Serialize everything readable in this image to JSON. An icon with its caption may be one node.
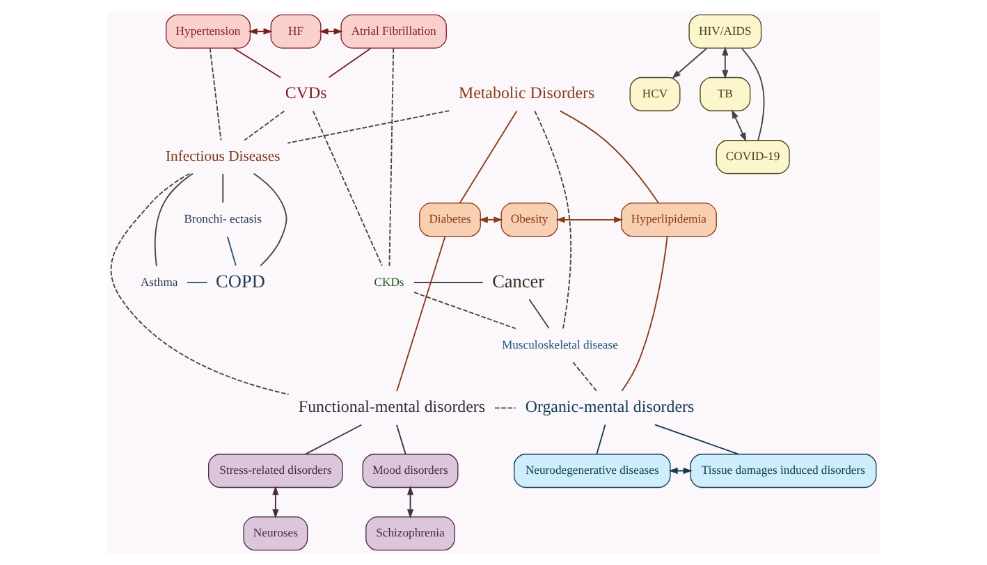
{
  "diagram": {
    "nodes": [
      {
        "text": [
          "Hypertension"
        ]
      },
      {
        "text": [
          "HF"
        ]
      },
      {
        "text": [
          "Atrial Fibrillation"
        ]
      },
      {
        "text": [
          "CVDs"
        ]
      },
      {
        "text": [
          "HCV"
        ]
      },
      {
        "text": [
          "HIV/AIDS"
        ]
      },
      {
        "text": [
          "TB"
        ]
      },
      {
        "text": [
          "COVID-19"
        ]
      },
      {
        "text": [
          "Infectious Diseases"
        ]
      },
      {
        "text": [
          "Asthma"
        ]
      },
      {
        "text": [
          "Bronchi- ectasis"
        ]
      },
      {
        "text": [
          "COPD"
        ]
      },
      {
        "text": [
          "Cancer"
        ]
      },
      {
        "text": [
          "CKDs"
        ]
      },
      {
        "text": [
          "Musculoskeletal disease"
        ]
      },
      {
        "text": [
          "Metabolic Disorders"
        ]
      },
      {
        "text": [
          "Diabetes"
        ]
      },
      {
        "text": [
          "Obesity"
        ]
      },
      {
        "text": [
          "Hyperlipidemia"
        ]
      },
      {
        "text": [
          "Functional-mental disorders"
        ]
      },
      {
        "text": [
          "Stress-related disorders"
        ]
      },
      {
        "text": [
          "Mood disorders"
        ]
      },
      {
        "text": [
          "Schizophrenia"
        ]
      },
      {
        "text": [
          "Neuroses"
        ]
      },
      {
        "text": [
          "Organic-mental disorders"
        ]
      },
      {
        "text": [
          "Neurodegenerative diseases"
        ]
      },
      {
        "text": [
          "Tissue damages induced disorders"
        ]
      }
    ],
    "edges": [
      {
        "from": 0,
        "to": 1,
        "arrow": "both",
        "color": "#7a1f1f"
      },
      {
        "from": 1,
        "to": 2,
        "arrow": "both",
        "color": "#7a1f1f"
      },
      {
        "from": 0,
        "to": 3,
        "arrow": "none",
        "color": "#7a1f1f"
      },
      {
        "from": 2,
        "to": 3,
        "arrow": "none",
        "color": "#7a1f1f"
      },
      {
        "from": 5,
        "to": 4,
        "arrow": "to"
      },
      {
        "from": 5,
        "to": 6,
        "arrow": "both"
      },
      {
        "from": 6,
        "to": 7,
        "arrow": "both"
      },
      {
        "from": 5,
        "to": 7,
        "arrow": "none"
      },
      {
        "from": 8,
        "to": 9,
        "arrow": "none"
      },
      {
        "from": 8,
        "to": 10,
        "arrow": "none"
      },
      {
        "from": 8,
        "to": 11,
        "arrow": "none"
      },
      {
        "from": 9,
        "to": 11,
        "arrow": "none",
        "color": "#1f5a73"
      },
      {
        "from": 10,
        "to": 11,
        "arrow": "none",
        "color": "#1f5a73"
      },
      {
        "from": 12,
        "to": 13,
        "arrow": "none"
      },
      {
        "from": 12,
        "to": 14,
        "arrow": "none"
      },
      {
        "from": 15,
        "to": 16,
        "arrow": "none",
        "color": "#8b3a1a"
      },
      {
        "from": 15,
        "to": 18,
        "arrow": "none",
        "color": "#8b3a1a"
      },
      {
        "from": 16,
        "to": 17,
        "arrow": "both",
        "color": "#8b3a1a"
      },
      {
        "from": 17,
        "to": 18,
        "arrow": "both",
        "color": "#8b3a1a"
      },
      {
        "from": 16,
        "to": 19,
        "arrow": "none",
        "color": "#8b3a1a"
      },
      {
        "from": 18,
        "to": 24,
        "arrow": "none",
        "color": "#8b3a1a"
      },
      {
        "from": 0,
        "to": 8,
        "arrow": "none",
        "style": "dashed"
      },
      {
        "from": 8,
        "to": 19,
        "arrow": "none",
        "style": "dashed"
      },
      {
        "from": 2,
        "to": 13,
        "arrow": "none",
        "style": "dashed"
      },
      {
        "from": 13,
        "to": 14,
        "arrow": "none",
        "style": "dashed"
      },
      {
        "from": 14,
        "to": 24,
        "arrow": "none",
        "style": "dashed"
      },
      {
        "from": 3,
        "to": 8,
        "arrow": "none",
        "style": "dashed"
      },
      {
        "from": 3,
        "to": 13,
        "arrow": "none",
        "style": "dashed"
      },
      {
        "from": 15,
        "to": 8,
        "arrow": "none",
        "style": "dashed"
      },
      {
        "from": 15,
        "to": 14,
        "arrow": "none",
        "style": "dashed"
      },
      {
        "from": 19,
        "to": 24,
        "arrow": "none",
        "style": "dashed"
      },
      {
        "from": 19,
        "to": 20,
        "arrow": "none",
        "color": "#4a2a45"
      },
      {
        "from": 19,
        "to": 21,
        "arrow": "none",
        "color": "#4a2a45"
      },
      {
        "from": 20,
        "to": 23,
        "arrow": "both",
        "color": "#4a2a45"
      },
      {
        "from": 22,
        "to": 21,
        "arrow": "both",
        "color": "#4a2a45"
      },
      {
        "from": 24,
        "to": 25,
        "arrow": "none",
        "color": "#123a52"
      },
      {
        "from": 24,
        "to": 26,
        "arrow": "none",
        "color": "#123a52"
      },
      {
        "from": 25,
        "to": 26,
        "arrow": "both",
        "color": "#123a52"
      }
    ]
  }
}
